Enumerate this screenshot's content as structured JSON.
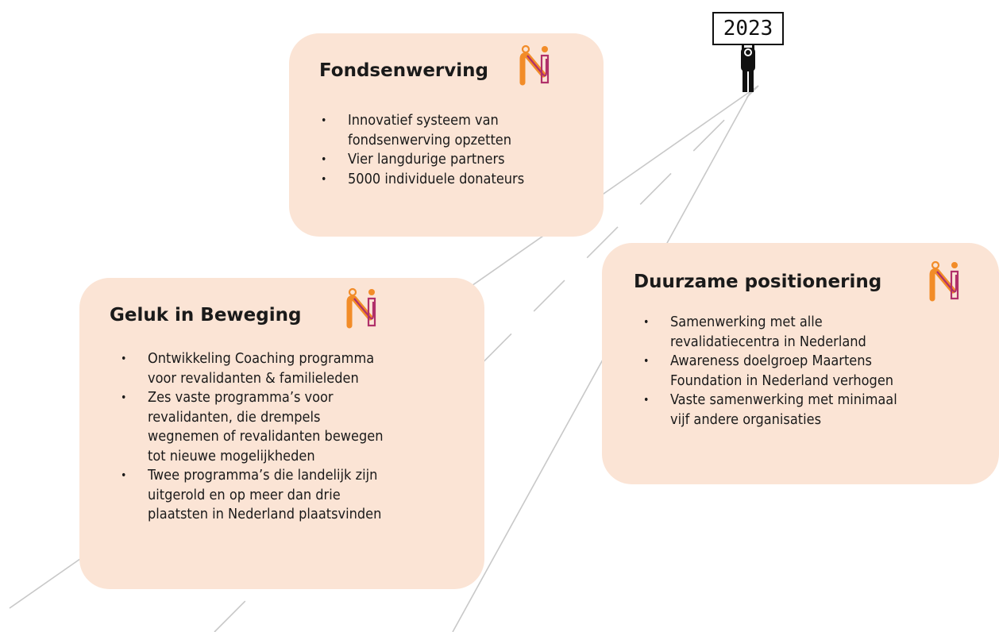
{
  "sign": {
    "year": "2023"
  },
  "cards": {
    "fondsenwerving": {
      "title": "Fondsenwerving",
      "items": [
        [
          "Innovatief systeem van",
          "fondsenwerving opzetten"
        ],
        [
          "Vier langdurige partners"
        ],
        [
          "5000 individuele donateurs"
        ]
      ]
    },
    "geluk": {
      "title": "Geluk in Beweging",
      "items": [
        [
          "Ontwikkeling Coaching programma",
          "voor revalidanten & familieleden"
        ],
        [
          "Zes vaste programma’s voor",
          "revalidanten, die drempels",
          "wegnemen of revalidanten bewegen",
          "tot nieuwe mogelijkheden"
        ],
        [
          "Twee programma’s die landelijk zijn",
          "uitgerold en op meer dan drie",
          "plaatsten in Nederland plaatsvinden"
        ]
      ]
    },
    "duurzaam": {
      "title": "Duurzame positionering",
      "items": [
        [
          "Samenwerking met alle",
          "revalidatiecentra in Nederland"
        ],
        [
          "Awareness doelgroep Maartens",
          "Foundation in Nederland verhogen"
        ],
        [
          "Vaste samenwerking met minimaal",
          "vijf andere organisaties"
        ]
      ]
    }
  },
  "colors": {
    "card_fill": "#fbe4d5",
    "logo_orange": "#f28c28",
    "logo_magenta": "#b0306a",
    "road_line": "#c8c8c8"
  },
  "icons": [
    "logo-m-icon",
    "person-holding-sign-icon"
  ]
}
